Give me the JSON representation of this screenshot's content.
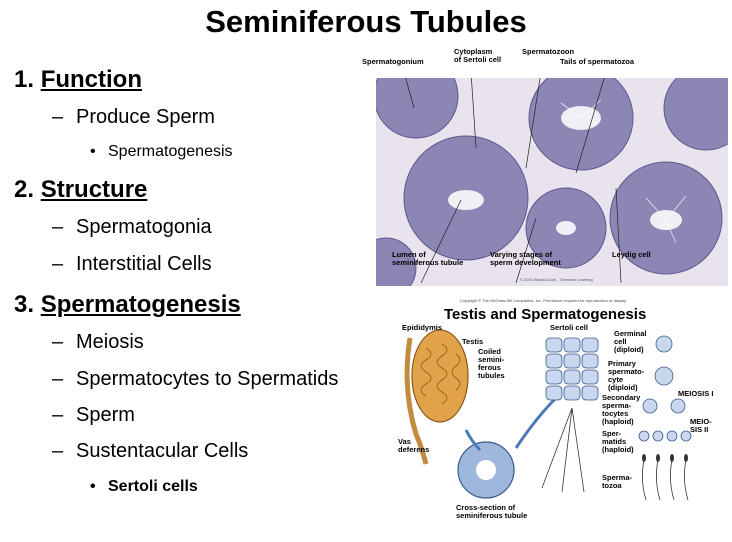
{
  "slide": {
    "title": "Seminiferous Tubules",
    "sections": [
      {
        "number": "1.",
        "heading": "Function",
        "items": [
          {
            "text": "Produce Sperm",
            "sub": [
              "Spermatogenesis"
            ]
          }
        ]
      },
      {
        "number": "2.",
        "heading": "Structure",
        "items": [
          {
            "text": "Spermatogonia"
          },
          {
            "text": "Interstitial Cells"
          }
        ]
      },
      {
        "number": "3.",
        "heading": "Spermatogenesis",
        "items": [
          {
            "text": "Meiosis"
          },
          {
            "text": "Spermatocytes to Spermatids"
          },
          {
            "text": "Sperm"
          },
          {
            "text": "Sustentacular Cells",
            "sub": [
              "Sertoli cells"
            ]
          }
        ]
      }
    ],
    "dash": "–",
    "bullet": "•"
  },
  "micrograph": {
    "labels": {
      "spermatogonium": "Spermatogonium",
      "cytoplasm": [
        "Cytoplasm",
        "of Sertoli cell"
      ],
      "spermatozoon": "Spermatozoon",
      "tails": "Tails of spermatozoa",
      "lumen": [
        "Lumen of",
        "seminiferous tubule"
      ],
      "stages": [
        "Varying stages of",
        "sperm development"
      ],
      "leydig": "Leydig cell"
    },
    "copyright": "© 2001 Brooks/Cole - Thomson Learning",
    "colors": {
      "tissue": "#8c86b4",
      "background": "#e9e3ee",
      "lumen": "#f1eef5"
    }
  },
  "diagram": {
    "title": "Testis and Spermatogenesis",
    "copyright": "Copyright © The McGraw-Hill Companies, Inc. Permission required for reproduction or display.",
    "labels": {
      "epididymis": "Epididymis",
      "testis": "Testis",
      "coiled": [
        "Coiled",
        "semini-",
        "ferous",
        "tubules"
      ],
      "vas": [
        "Vas",
        "deferens"
      ],
      "cross": [
        "Cross-section of",
        "seminiferous tubule"
      ],
      "sertoli": "Sertoli cell",
      "germinal": [
        "Germinal",
        "cell",
        "(diploid)"
      ],
      "primary": [
        "Primary",
        "spermato-",
        "cyte",
        "(diploid)"
      ],
      "secondary": [
        "Secondary",
        "sperma-",
        "tocytes",
        "(haploid)"
      ],
      "spermatids": [
        "Sper-",
        "matids",
        "(haploid)"
      ],
      "spermatozoa": [
        "Sperma-",
        "tozoa"
      ],
      "meiosis1": "MEIOSIS I",
      "meiosis2": [
        "MEIO-",
        "SIS II"
      ]
    },
    "colors": {
      "testis": "#e2a24a",
      "tubule": "#9db8dc",
      "cell": "#c8d6ee",
      "arrow": "#4a78b8"
    }
  }
}
